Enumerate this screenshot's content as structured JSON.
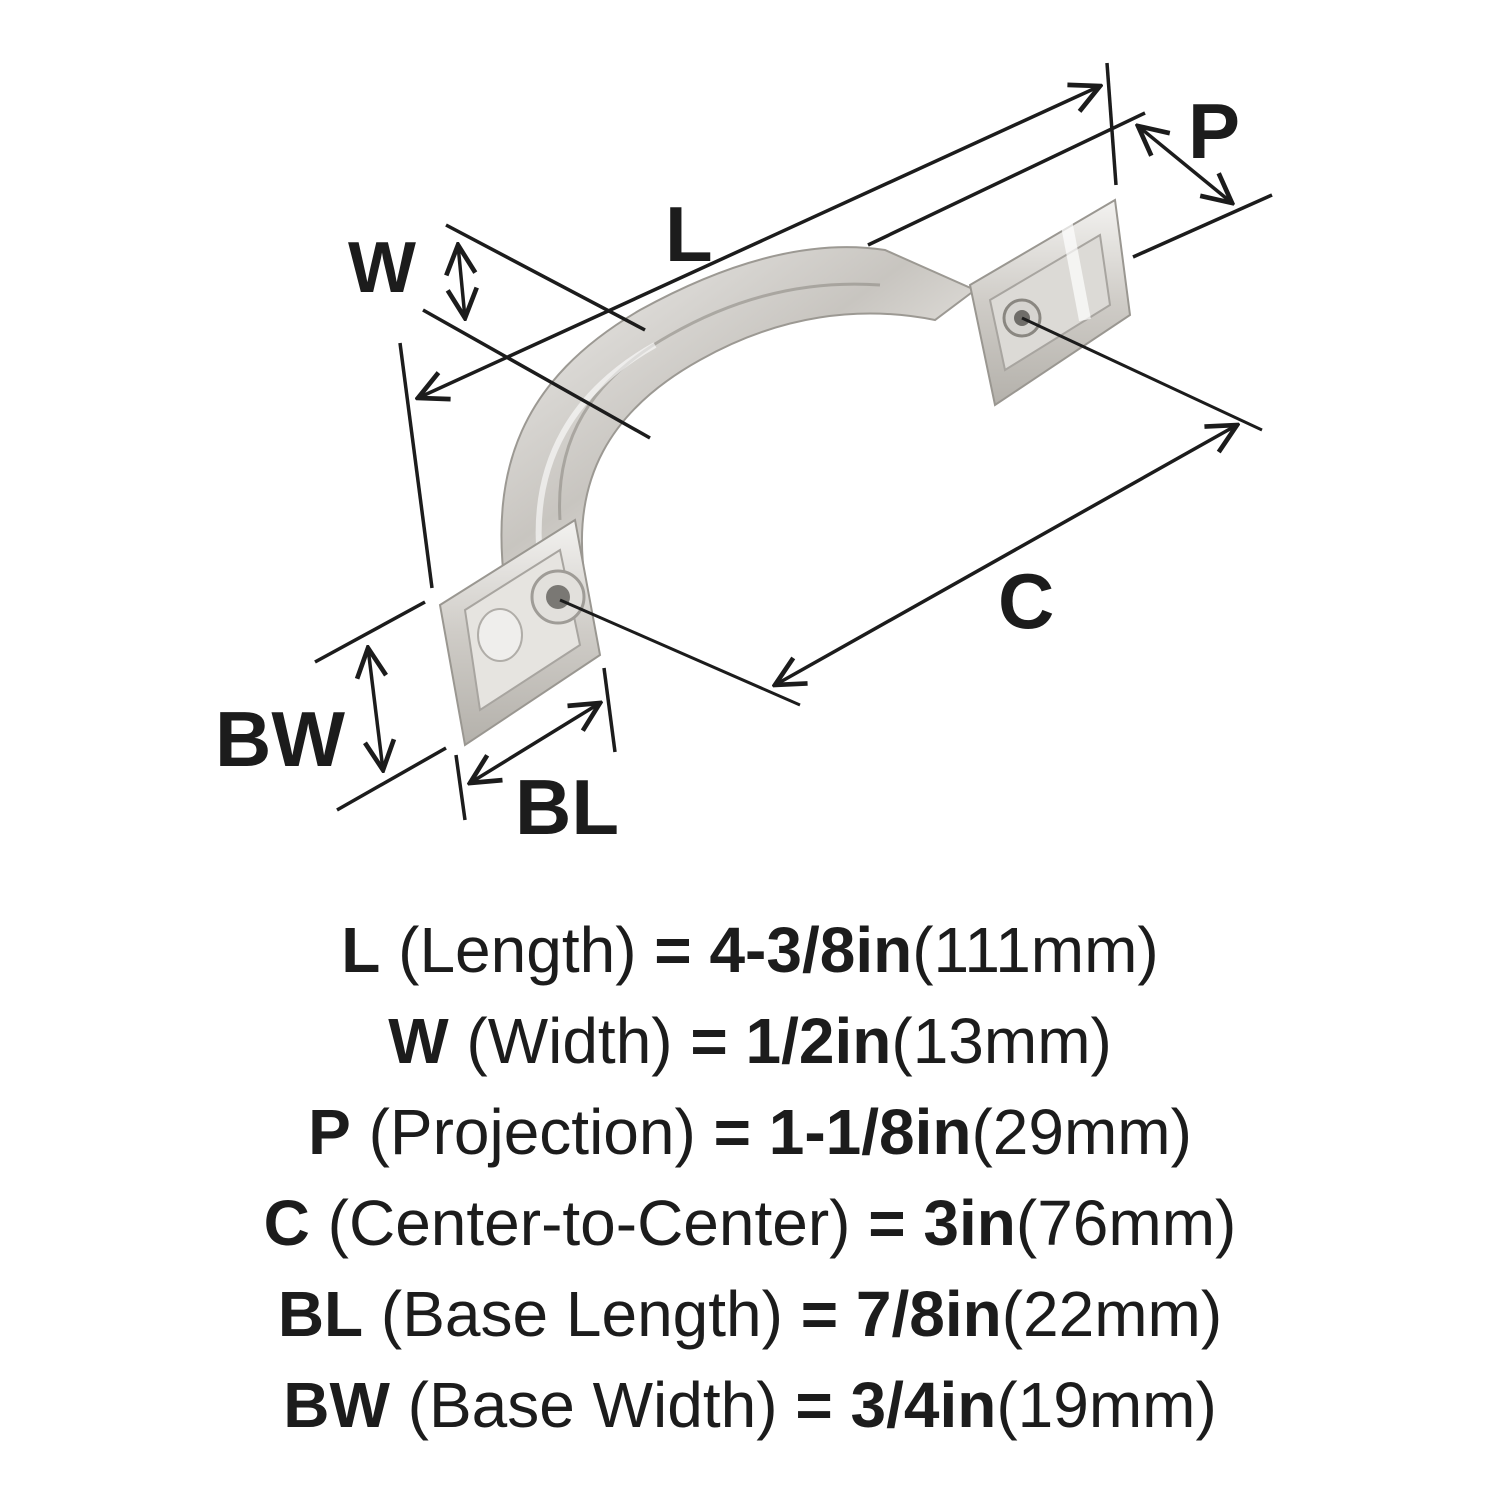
{
  "diagram": {
    "product": "cabinet-pull-handle",
    "finish_color": "#c9c6c1",
    "line_color": "#1c1c1c",
    "labels": {
      "L": "L",
      "W": "W",
      "P": "P",
      "C": "C",
      "BW": "BW",
      "BL": "BL"
    }
  },
  "specs": [
    {
      "code": "L",
      "name": "(Length)",
      "eq": "=",
      "imperial": "4-3/8in",
      "metric": "(111mm)"
    },
    {
      "code": "W",
      "name": "(Width)",
      "eq": "=",
      "imperial": "1/2in",
      "metric": "(13mm)"
    },
    {
      "code": "P",
      "name": "(Projection)",
      "eq": "=",
      "imperial": "1-1/8in",
      "metric": "(29mm)"
    },
    {
      "code": "C",
      "name": "(Center-to-Center)",
      "eq": "=",
      "imperial": "3in",
      "metric": "(76mm)"
    },
    {
      "code": "BL",
      "name": "(Base Length)",
      "eq": "=",
      "imperial": "7/8in",
      "metric": "(22mm)"
    },
    {
      "code": "BW",
      "name": "(Base Width)",
      "eq": "=",
      "imperial": "3/4in",
      "metric": "(19mm)"
    }
  ]
}
